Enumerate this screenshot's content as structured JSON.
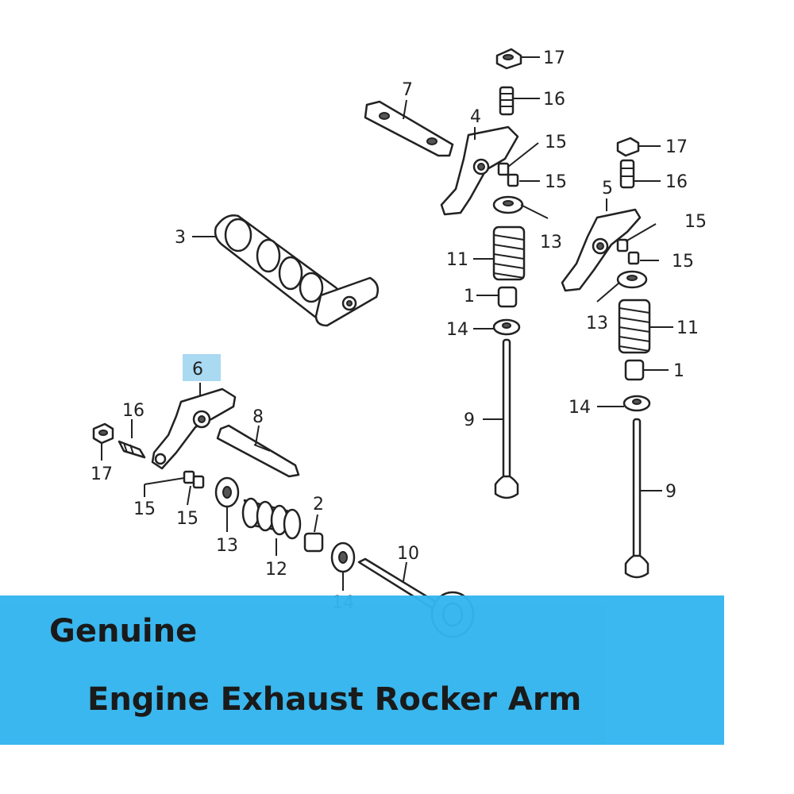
{
  "banner": {
    "line1": "Genuine",
    "line2": "Engine Exhaust Rocker Arm",
    "color": "#33b5ee"
  },
  "highlight": {
    "part_number": "6",
    "color": "#aad9f2"
  },
  "callouts": {
    "c17a": "17",
    "c16a": "16",
    "c7": "7",
    "c4": "4",
    "c15a": "15",
    "c15b": "15",
    "c17b": "17",
    "c16b": "16",
    "c5": "5",
    "c15c": "15",
    "c15d": "15",
    "c13a": "13",
    "c3": "3",
    "c11a": "11",
    "c1a": "1",
    "c14a": "14",
    "c13b": "13",
    "c11b": "11",
    "c1b": "1",
    "c9a": "9",
    "c14b": "14",
    "c6": "6",
    "c16c": "16",
    "c8": "8",
    "c17c": "17",
    "c9b": "9",
    "c15e": "15",
    "c15f": "15",
    "c2": "2",
    "c13c": "13",
    "c12": "12",
    "c10": "10",
    "c14c": "14"
  }
}
